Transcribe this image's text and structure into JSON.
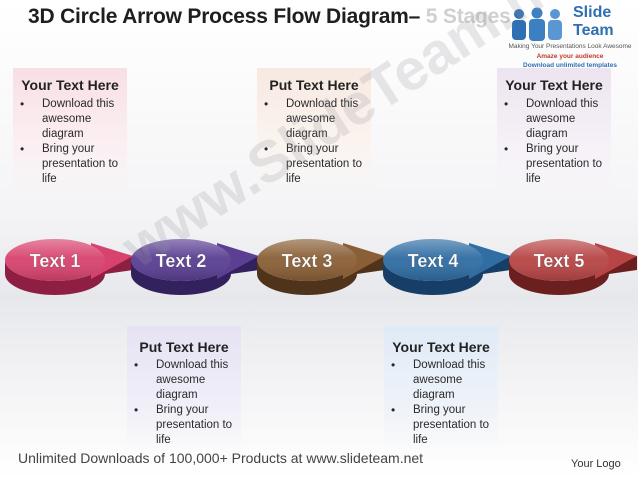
{
  "title": {
    "main": "3D Circle Arrow Process Flow Diagram– ",
    "stages": "5 Stages"
  },
  "logo": {
    "word1": "Slide",
    "word2": "Team",
    "tagline": "Making Your Presentations Look Awesome",
    "amaze": "Amaze your audience",
    "download": "Download unlimited templates",
    "url": "www.slideteam.net"
  },
  "watermark": "www.SlideTeam.net",
  "cards": [
    {
      "title": "Your Text Here",
      "items": [
        "Download this awesome diagram",
        "Bring your presentation to life"
      ]
    },
    {
      "title": "Put Text Here",
      "items": [
        "Download this awesome diagram",
        "Bring your presentation to life"
      ]
    },
    {
      "title": "Your Text Here",
      "items": [
        "Download this awesome diagram",
        "Bring your presentation to life"
      ]
    },
    {
      "title": "Put Text Here",
      "items": [
        "Download this awesome diagram",
        "Bring your presentation to life"
      ]
    },
    {
      "title": "Your Text Here",
      "items": [
        "Download this awesome diagram",
        "Bring your presentation to life"
      ]
    }
  ],
  "stages": [
    {
      "label": "Text 1",
      "color": "#d8436e",
      "dark": "#8e1e42"
    },
    {
      "label": "Text 2",
      "color": "#5a3f93",
      "dark": "#33215e"
    },
    {
      "label": "Text 3",
      "color": "#8a5f36",
      "dark": "#4f331a"
    },
    {
      "label": "Text 4",
      "color": "#2f6da3",
      "dark": "#173e66"
    },
    {
      "label": "Text 5",
      "color": "#b84545",
      "dark": "#6c1f1f"
    }
  ],
  "footer": "Unlimited Downloads of 100,000+ Products at www.slideteam.net",
  "your_logo": "Your Logo"
}
